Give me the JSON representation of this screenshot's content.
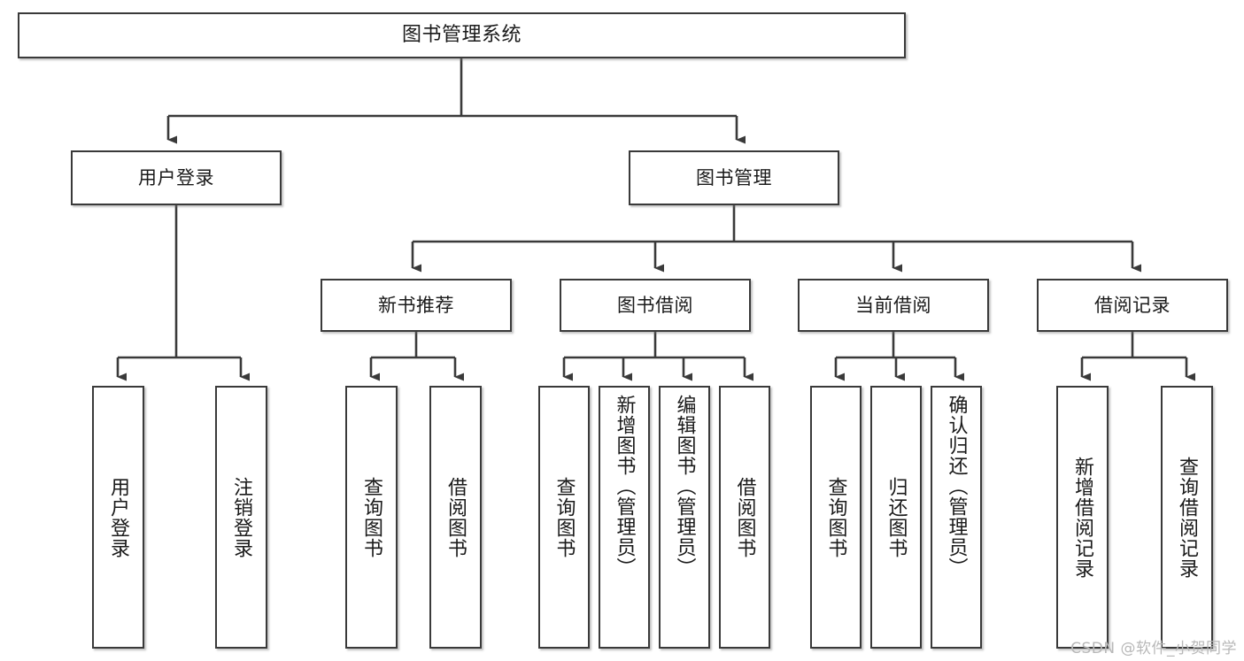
{
  "diagram": {
    "type": "tree-hierarchy",
    "title": "图书管理系统",
    "watermark": "CSDN @软件_小贺同学",
    "colors": {
      "box_border": "#3a3a3a",
      "box_fill": "#ffffff",
      "connector": "#3a3a3a",
      "text": "#1a1a1a",
      "watermark": "#b8b8b8"
    },
    "nodes": {
      "root": {
        "label": "图书管理系统"
      },
      "level2": [
        {
          "label": "用户登录"
        },
        {
          "label": "图书管理"
        }
      ],
      "level3": [
        {
          "label": "新书推荐"
        },
        {
          "label": "图书借阅"
        },
        {
          "label": "当前借阅"
        },
        {
          "label": "借阅记录"
        }
      ],
      "leaves": {
        "user_login": [
          {
            "label": "用户登录"
          },
          {
            "label": "注销登录"
          }
        ],
        "new_book_recommend": [
          {
            "label": "查询图书"
          },
          {
            "label": "借阅图书"
          }
        ],
        "book_borrow": [
          {
            "label": "查询图书"
          },
          {
            "label": "新增图书（管理员）"
          },
          {
            "label": "编辑图书（管理员）"
          },
          {
            "label": "借阅图书"
          }
        ],
        "current_borrow": [
          {
            "label": "查询图书"
          },
          {
            "label": "归还图书"
          },
          {
            "label": "确认归还（管理员）"
          }
        ],
        "borrow_record": [
          {
            "label": "新增借阅记录"
          },
          {
            "label": "查询借阅记录"
          }
        ]
      }
    }
  }
}
